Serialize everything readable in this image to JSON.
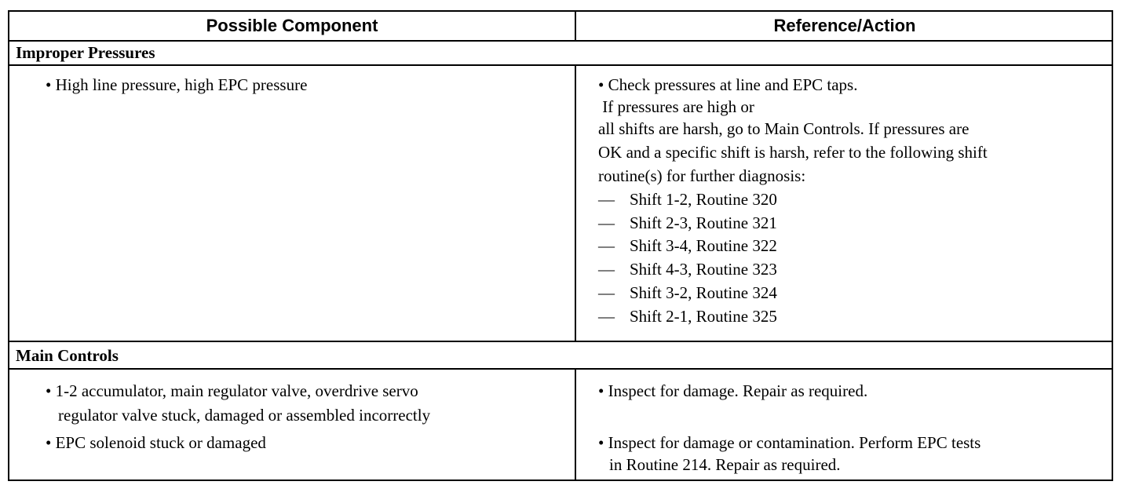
{
  "header": {
    "col1": "Possible Component",
    "col2": "Reference/Action"
  },
  "sections": [
    {
      "title": "Improper Pressures",
      "rows": [
        {
          "component": "• High line pressure, high EPC pressure",
          "action_lines": [
            "• Check pressures at line and EPC taps.",
            " If pressures are high or",
            "all shifts are harsh, go to Main Controls. If pressures are",
            "OK and a specific shift is harsh, refer to the following shift",
            "routine(s) for  further diagnosis:"
          ],
          "routines": [
            "Shift 1-2, Routine 320",
            "Shift 2-3, Routine 321",
            "Shift 3-4, Routine 322",
            "Shift 4-3, Routine 323",
            "Shift 3-2, Routine 324",
            "Shift 2-1, Routine 325"
          ],
          "dash": "—"
        }
      ]
    },
    {
      "title": "Main Controls",
      "rows": [
        {
          "component_lines": [
            "• 1-2 accumulator, main regulator valve, overdrive servo",
            "regulator valve stuck, damaged or assembled incorrectly"
          ],
          "action_lines": [
            "• Inspect for damage. Repair as required."
          ]
        },
        {
          "component_lines": [
            "• EPC solenoid stuck or damaged"
          ],
          "action_lines": [
            "• Inspect for damage or contamination. Perform EPC tests",
            "in Routine 214. Repair as required."
          ]
        }
      ]
    }
  ]
}
